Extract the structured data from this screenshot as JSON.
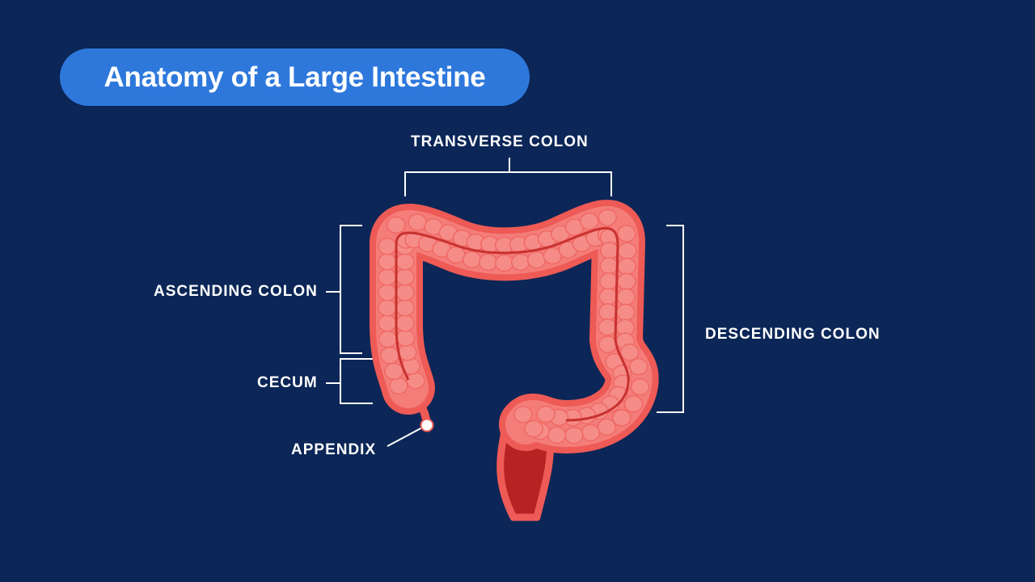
{
  "title": "Anatomy of a Large Intestine",
  "labels": {
    "transverse": "TRANSVERSE COLON",
    "ascending": "ASCENDING COLON",
    "cecum": "CECUM",
    "appendix": "APPENDIX",
    "descending": "DESCENDING COLON"
  },
  "colors": {
    "background": "#0b2657",
    "title_pill": "#2e78dc",
    "colon_outer": "#ee5a55",
    "colon_inner": "#f47d7a",
    "haustra": "#f58c88",
    "rectum": "#b52323",
    "bracket": "#ffffff"
  }
}
